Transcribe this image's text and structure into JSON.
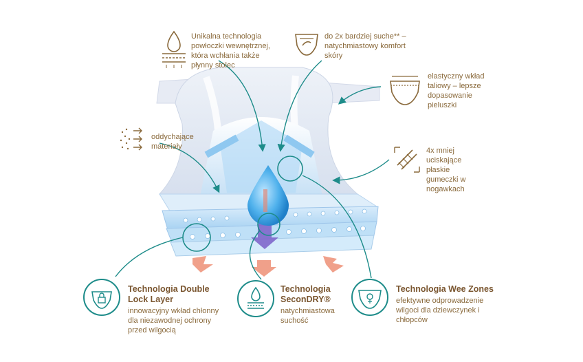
{
  "callouts": {
    "inner_coating": "Unikalna technologia powłoczki wewnętrznej, która wchłania także płynny stolec",
    "drier": "do 2x bardziej suche** – natychmiastowy komfort skóry",
    "waist": "elastyczny wkład taliowy – lepsze dopasowanie pieluszki",
    "breathable": "oddychające materiały",
    "leg_cuffs": "4x mniej uciskające płaskie gumeczki w nogawkach"
  },
  "features": [
    {
      "title": "Technologia Double Lock Layer",
      "description": "innowacyjny wkład chłonny dla niezawodnej ochrony przed wilgocią",
      "icon": "lock-icon"
    },
    {
      "title": "Technologia SeconDRY®",
      "description": "natychmiastowa suchość",
      "icon": "drop-layers-icon"
    },
    {
      "title": "Technologia Wee Zones",
      "description": "efektywne odprowadzenie wilgoci dla dziewczynek i chłopców",
      "icon": "diaper-zones-icon"
    }
  ],
  "colors": {
    "teal": "#1e8c8a",
    "brown": "#8a6a3c",
    "title_brown": "#7a5630",
    "arrow_salmon": "#f0a08a"
  }
}
